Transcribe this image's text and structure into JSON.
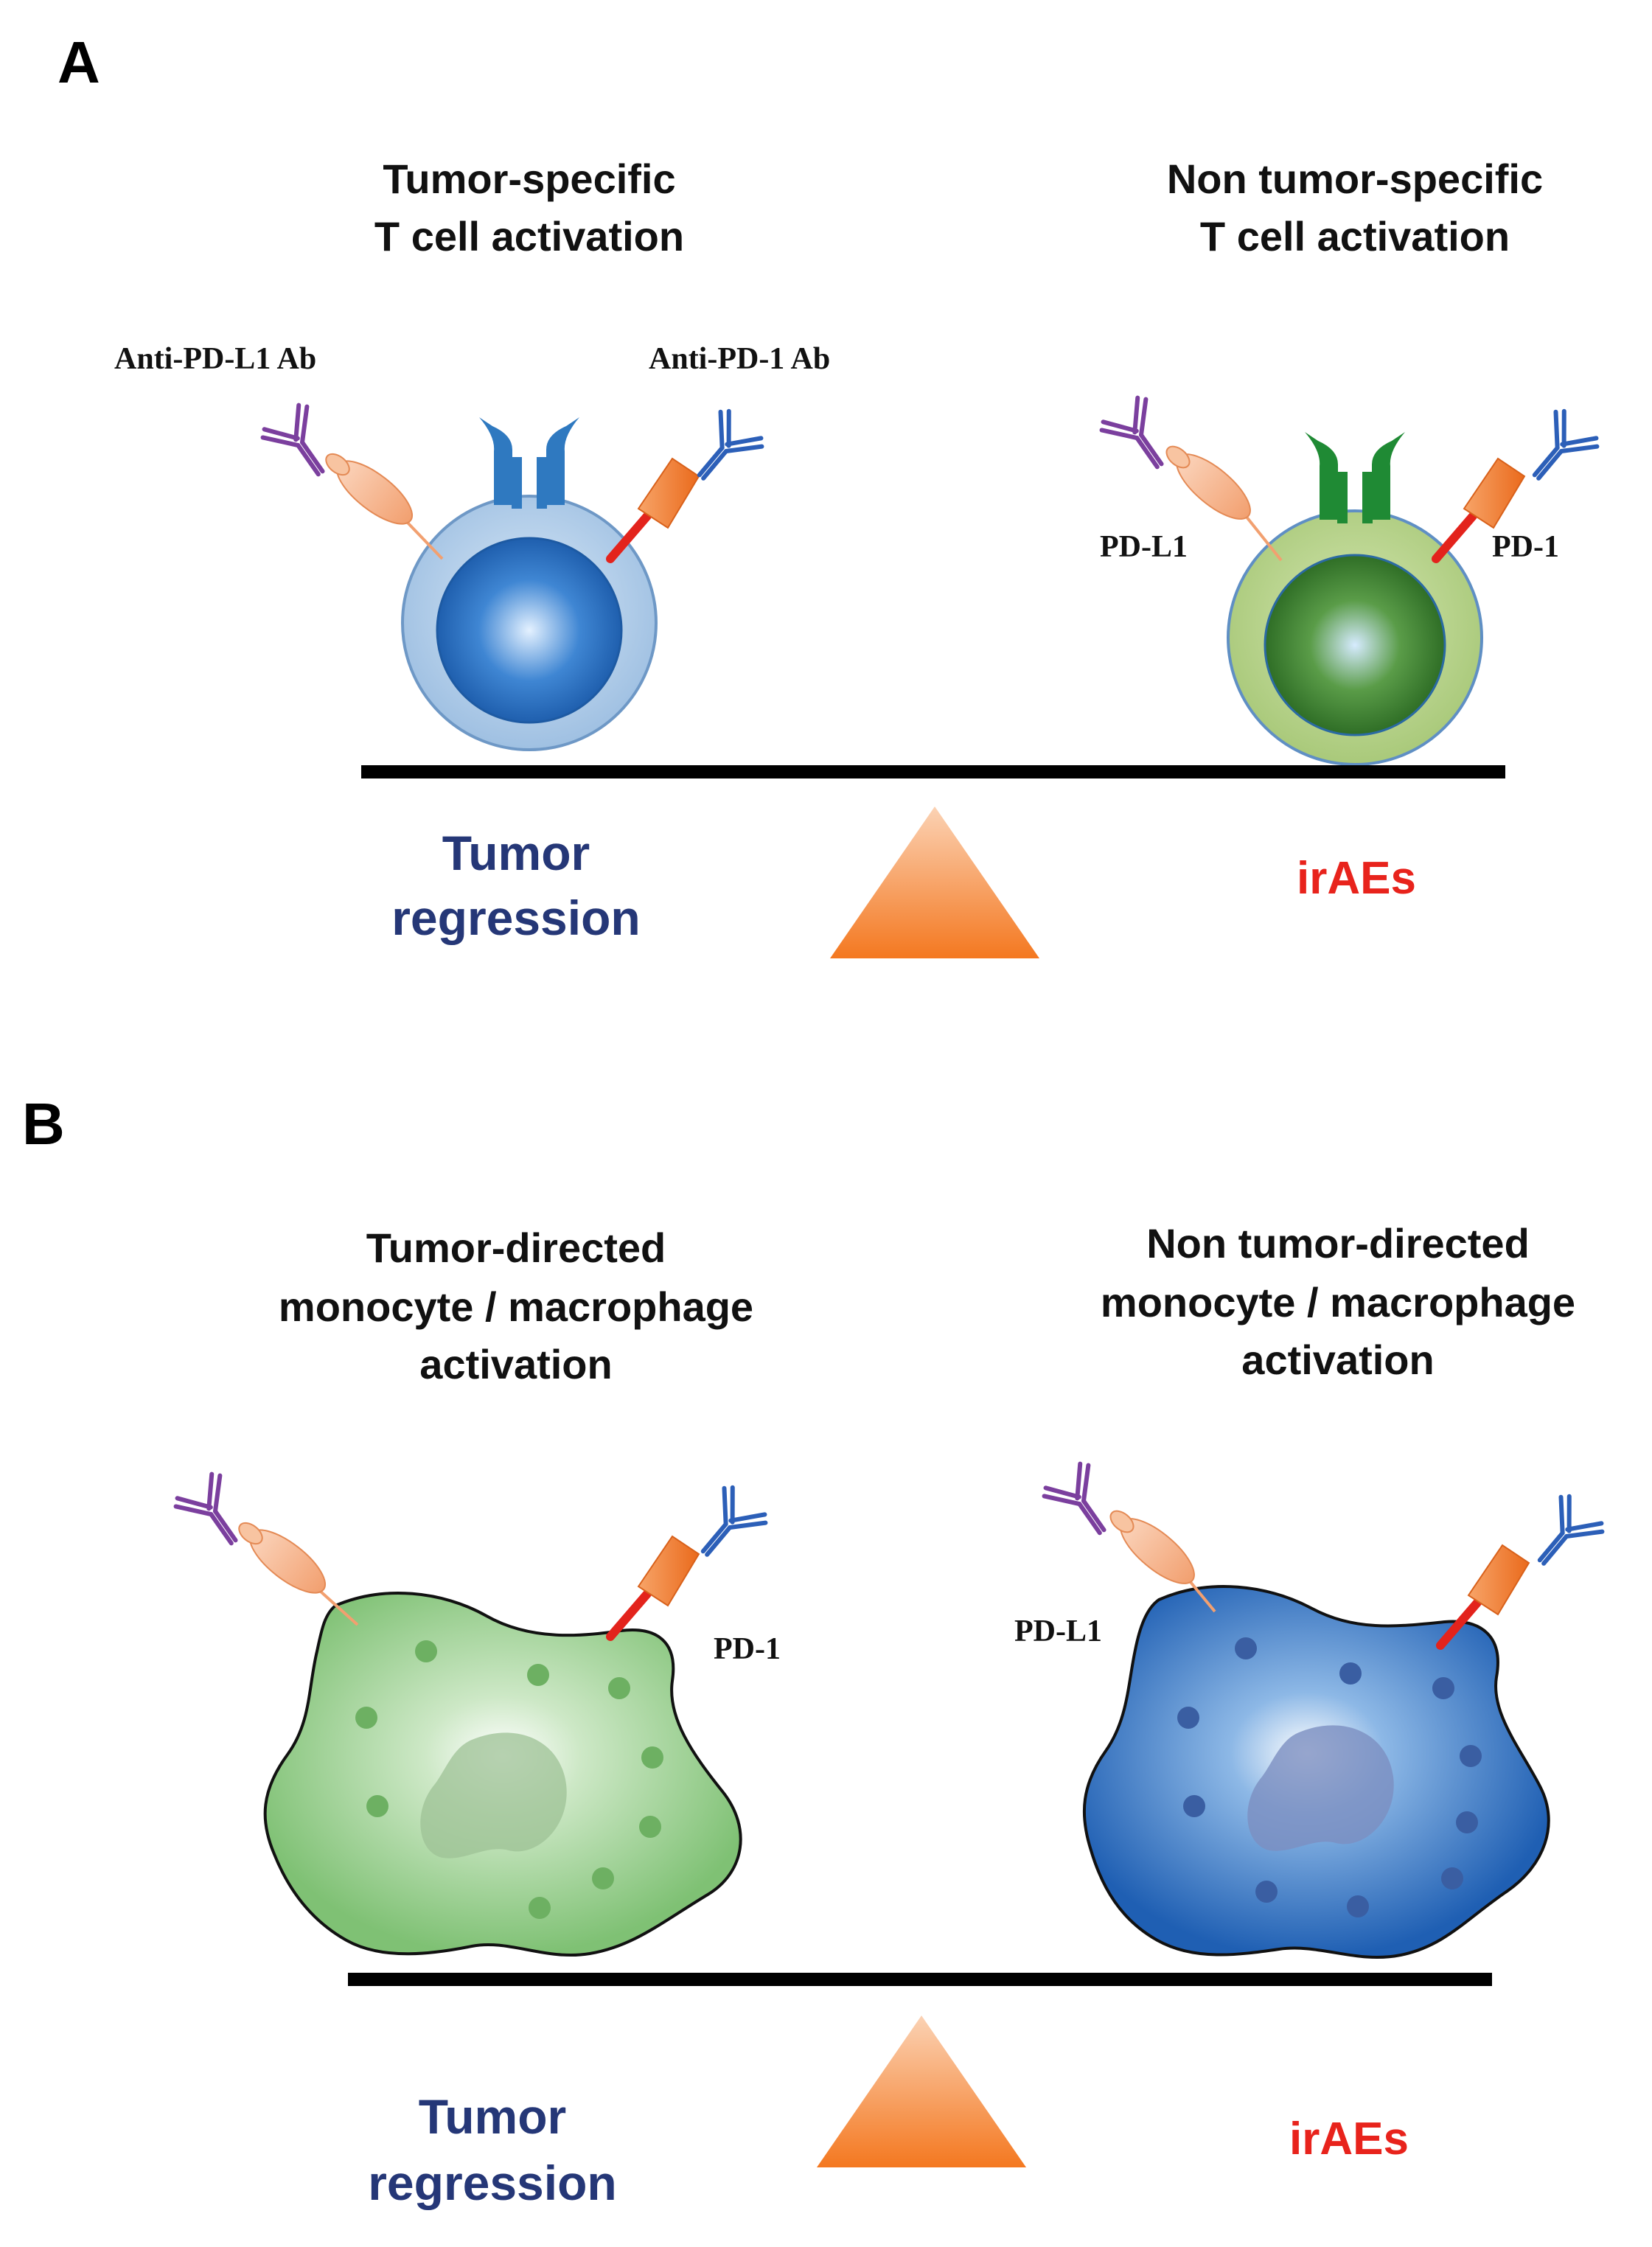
{
  "panels": [
    {
      "letter": "A",
      "left_heading": [
        "Tumor-specific",
        "T cell activation"
      ],
      "right_heading": [
        "Non tumor-specific",
        "T cell activation"
      ],
      "labels": {
        "anti_pdl1": "Anti-PD-L1 Ab",
        "anti_pd1": "Anti-PD-1 Ab",
        "pdl1": "PD-L1",
        "pd1": "PD-1"
      },
      "left_outcome": [
        "Tumor",
        "regression"
      ],
      "right_outcome": "irAEs"
    },
    {
      "letter": "B",
      "left_heading": [
        "Tumor-directed",
        "monocyte / macrophage",
        "activation"
      ],
      "right_heading": [
        "Non tumor-directed",
        "monocyte / macrophage",
        "activation"
      ],
      "labels": {
        "pd1": "PD-1",
        "pdl1": "PD-L1"
      },
      "left_outcome": [
        "Tumor",
        "regression"
      ],
      "right_outcome": "irAEs"
    }
  ],
  "colors": {
    "anti_pdl1_antibody": "#7b3f9e",
    "anti_pd1_antibody": "#2c5fb8",
    "pdl1_ligand": "#f6b58c",
    "pd1_receptor": "#f07a2a",
    "pd1_stem": "#e3231c",
    "t_cell_tumor": "#a9c8e8",
    "t_cell_tumor_nucleus": "#2a6fc0",
    "t_cell_tumor_tcr": "#2f79c0",
    "t_cell_other": "#b7d28c",
    "t_cell_other_nucleus": "#3d8a2e",
    "t_cell_other_tcr": "#1f8a34",
    "macrophage_tumor": "#8fc986",
    "macrophage_other": "#2d6fbf",
    "fulcrum": "#f47820",
    "tumor_text": "#253777",
    "irae_text": "#e8231c"
  }
}
